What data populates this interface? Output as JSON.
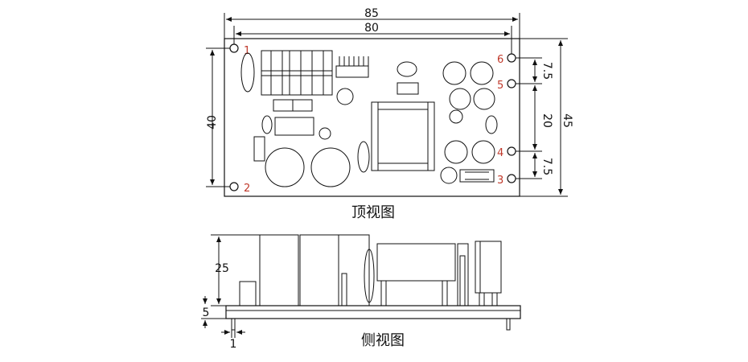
{
  "top_view": {
    "caption": "顶视图",
    "dims": {
      "width_outer": "85",
      "width_inner": "80",
      "height_inner": "40",
      "height_outer": "45",
      "pitch_top": "7.5",
      "pitch_mid": "20",
      "pitch_bottom": "7.5"
    },
    "pins": [
      "1",
      "2",
      "3",
      "4",
      "5",
      "6"
    ]
  },
  "side_view": {
    "caption": "侧视图",
    "dims": {
      "height": "25",
      "standoff": "5",
      "lead": "1"
    }
  },
  "colors": {
    "line": "#111111",
    "pin_label": "#c0392b",
    "background": "#ffffff"
  }
}
